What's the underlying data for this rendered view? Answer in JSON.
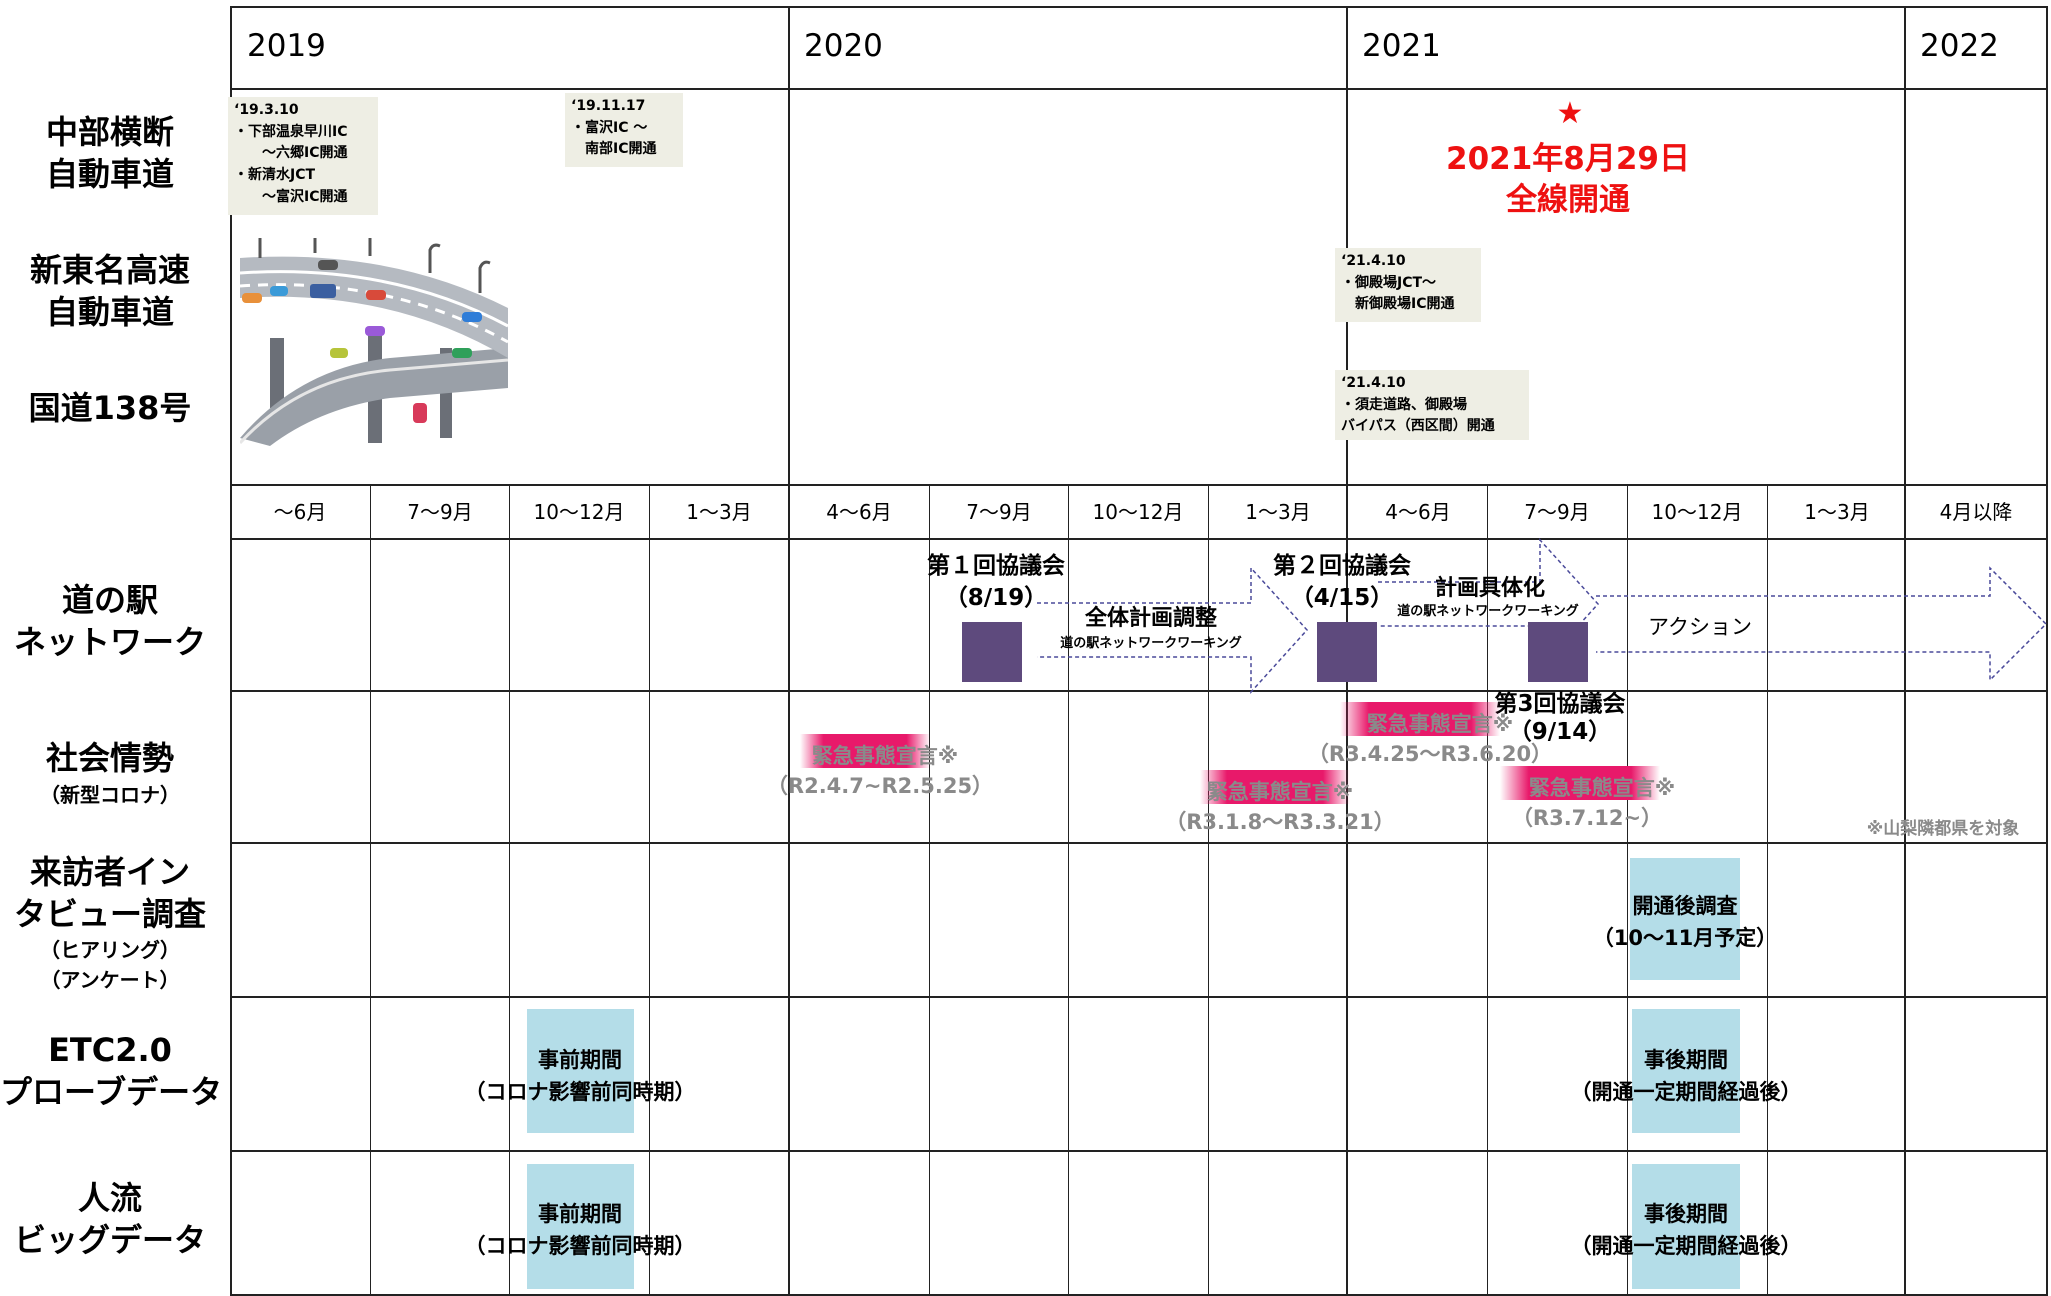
{
  "years": [
    "2019",
    "2020",
    "2021",
    "2022"
  ],
  "periods": [
    "～6月",
    "7～9月",
    "10～12月",
    "1～3月",
    "4～6月",
    "7～9月",
    "10～12月",
    "1～3月",
    "4～6月",
    "7～9月",
    "10～12月",
    "1～3月",
    "4月以降"
  ],
  "roads": {
    "chubu": "中部横断\n自動車道",
    "shintomei": "新東名高速\n自動車道",
    "r138": "国道138号"
  },
  "rows": {
    "michinoeki": "道の駅\nネットワーク",
    "shakai_main": "社会情勢",
    "shakai_sub": "（新型コロナ）",
    "raihou_main": "来訪者イン\nタビュー調査",
    "raihou_sub": "（ヒアリング）\n（アンケート）",
    "etc": "ETC2.0\nプローブデータ",
    "jinryu": "人流\nビッグデータ"
  },
  "notes": {
    "n1": "‘19.3.10\n・下部温泉早川IC\n　　～六郷IC開通\n・新清水JCT\n　　～富沢IC開通",
    "n2": "‘19.11.17\n・富沢IC ～\n　南部IC開通",
    "n3": "‘21.4.10\n・御殿場JCT～\n　新御殿場IC開通",
    "n4": "‘21.4.10\n・須走道路、御殿場\nバイパス（西区間）開通"
  },
  "opening": {
    "star": "★",
    "date": "2021年8月29日",
    "label": "全線開通"
  },
  "meetings": {
    "m1": "第１回協議会",
    "m1_date": "（8/19）",
    "m2": "第２回協議会",
    "m2_date": "（4/15）",
    "m3": "第3回協議会",
    "m3_date": "（9/14）"
  },
  "phases": {
    "p1": "全体計画調整",
    "p1_sub": "道の駅ネットワークワーキング",
    "p2": "計画具体化",
    "p2_sub": "道の駅ネットワークワーキング",
    "p3": "アクション"
  },
  "covid": {
    "e1": "緊急事態宣言※",
    "e1_range": "（R2.4.7~R2.5.25）",
    "e2": "緊急事態宣言※",
    "e2_range": "（R3.1.8～R3.3.21）",
    "e3": "緊急事態宣言※",
    "e3_range": "（R3.4.25～R3.6.20）",
    "e4": "緊急事態宣言※",
    "e4_range": "（R3.7.12~）",
    "footnote": "※山梨隣都県を対象"
  },
  "survey": {
    "title": "開通後調査",
    "sub": "（10～11月予定）"
  },
  "etc_items": {
    "pre": "事前期間",
    "pre_sub": "（コロナ影響前同時期）",
    "post": "事後期間",
    "post_sub": "（開通一定期間経過後）"
  },
  "jinryu_items": {
    "pre": "事前期間",
    "pre_sub": "（コロナ影響前同時期）",
    "post": "事後期間",
    "post_sub": "（開通一定期間経過後）"
  },
  "colors": {
    "meeting": "#5e4a7d",
    "survey": "#b4dde8",
    "covid": "#e8196a",
    "opening": "#ee1111"
  }
}
